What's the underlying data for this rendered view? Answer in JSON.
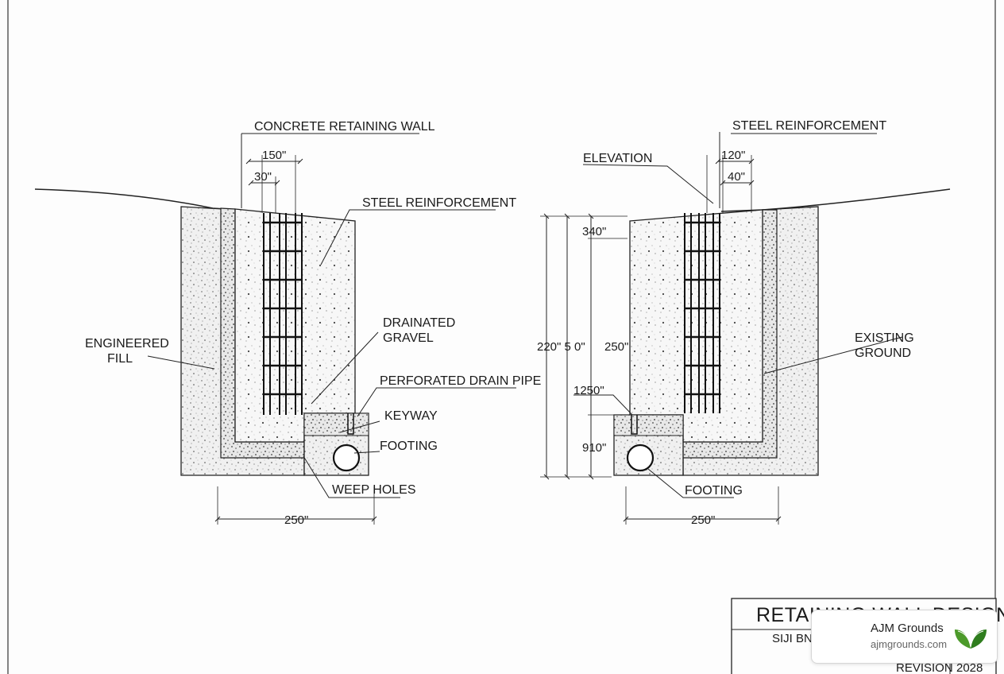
{
  "labels": {
    "left_concrete_wall": "CONCRETE RETAINING WALL",
    "left_steel_reinforcement": "STEEL REINFORCEMENT",
    "left_engineered_fill": [
      "ENGINEERED",
      "FILL"
    ],
    "left_drainated_gravel": [
      "DRAINATED",
      "GRAVEL"
    ],
    "left_perforated_pipe": "PERFORATED DRAIN PIPE",
    "left_keyway": "KEYWAY",
    "left_footing": "FOOTING",
    "left_weep_holes": "WEEP HOLES",
    "right_steel_reinforcement": "STEEL REINFORCEMENT",
    "right_elevation": "ELEVATION",
    "right_existing_ground": [
      "EXISTING",
      "GROUND"
    ],
    "right_footing": "FOOTING"
  },
  "dimensions": {
    "left_top_outer": "150\"",
    "left_top_inner": "30\"",
    "left_bottom": "250\"",
    "right_top_outer": "120\"",
    "right_top_inner": "40\"",
    "right_left_1": "340\"",
    "right_left_total": "220\" 5 0\"",
    "right_left_2": "250\"",
    "right_left_3": "1250\"",
    "right_left_4": "910\"",
    "right_bottom": "250\""
  },
  "title_block": {
    "title": "RETAINING WALL DESIGN",
    "subtitle": "SIJI BN",
    "revision_label": "REVISION",
    "revision_value": "2028"
  },
  "watermark": {
    "name": "AJM Grounds",
    "url": "ajmgrounds.com"
  }
}
